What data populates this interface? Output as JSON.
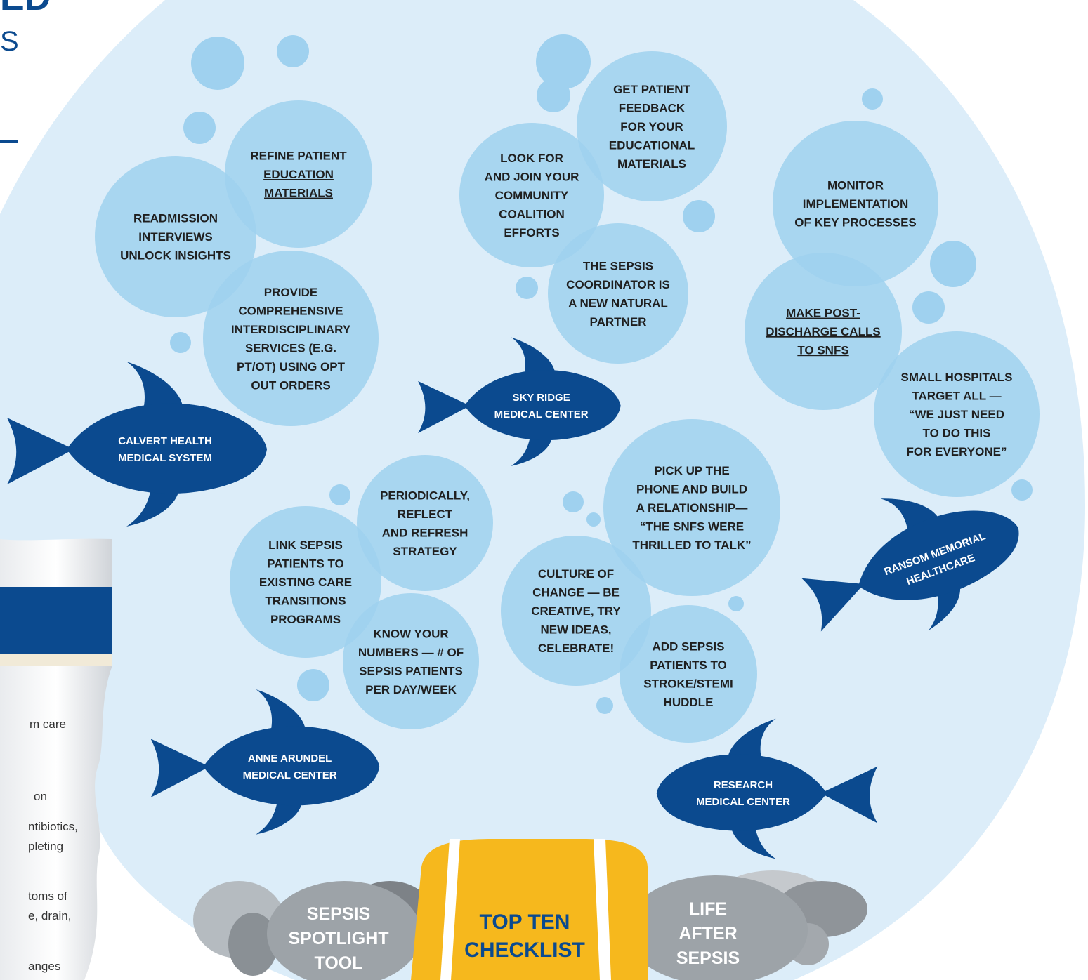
{
  "heading": {
    "line1": "ED",
    "line2": "S"
  },
  "colors": {
    "water": "#dcedf9",
    "bubble": "#9fd1ef",
    "fish": "#0b4a8f",
    "chest": "#f6b81d",
    "rock": "#9da3a8",
    "scroll_band": "#0b4a8f"
  },
  "side_text": [
    "m care",
    "on",
    "ntibiotics,",
    "pleting",
    "toms of",
    "e, drain,",
    "anges"
  ],
  "bubbles": [
    {
      "lines": [
        "REFINE PATIENT",
        "EDUCATION",
        "MATERIALS"
      ],
      "underline": [
        1,
        2
      ]
    },
    {
      "lines": [
        "READMISSION",
        "INTERVIEWS",
        "UNLOCK INSIGHTS"
      ]
    },
    {
      "lines": [
        "PROVIDE",
        "COMPREHENSIVE",
        "INTERDISCIPLINARY",
        "SERVICES (E.G.",
        "PT/OT) USING OPT",
        "OUT ORDERS"
      ]
    },
    {
      "lines": [
        "LOOK FOR",
        "AND JOIN YOUR",
        "COMMUNITY",
        "COALITION",
        "EFFORTS"
      ]
    },
    {
      "lines": [
        "GET PATIENT",
        "FEEDBACK",
        "FOR YOUR",
        "EDUCATIONAL",
        "MATERIALS"
      ]
    },
    {
      "lines": [
        "THE SEPSIS",
        "COORDINATOR IS",
        "A NEW NATURAL",
        "PARTNER"
      ]
    },
    {
      "lines": [
        "MONITOR",
        "IMPLEMENTATION",
        "OF KEY PROCESSES"
      ]
    },
    {
      "lines": [
        "MAKE POST-",
        "DISCHARGE CALLS",
        "TO SNFS"
      ],
      "underline": [
        0,
        1,
        2
      ]
    },
    {
      "lines": [
        "SMALL HOSPITALS",
        "TARGET ALL —",
        "“WE JUST NEED",
        "TO DO THIS",
        "FOR EVERYONE”"
      ]
    },
    {
      "lines": [
        "PERIODICALLY,",
        "REFLECT",
        "AND REFRESH",
        "STRATEGY"
      ]
    },
    {
      "lines": [
        "LINK SEPSIS",
        "PATIENTS TO",
        "EXISTING CARE",
        "TRANSITIONS",
        "PROGRAMS"
      ]
    },
    {
      "lines": [
        "KNOW YOUR",
        "NUMBERS — # OF",
        "SEPSIS PATIENTS",
        "PER DAY/WEEK"
      ]
    },
    {
      "lines": [
        "PICK UP THE",
        "PHONE AND BUILD",
        "A RELATIONSHIP—",
        "“THE SNFS WERE",
        "THRILLED TO TALK”"
      ]
    },
    {
      "lines": [
        "CULTURE OF",
        "CHANGE — BE",
        "CREATIVE, TRY",
        "NEW IDEAS,",
        "CELEBRATE!"
      ]
    },
    {
      "lines": [
        "ADD SEPSIS",
        "PATIENTS TO",
        "STROKE/STEMI",
        "HUDDLE"
      ]
    }
  ],
  "fish": [
    {
      "lines": [
        "CALVERT HEALTH",
        "MEDICAL SYSTEM"
      ]
    },
    {
      "lines": [
        "SKY RIDGE",
        "MEDICAL CENTER"
      ]
    },
    {
      "lines": [
        "RANSOM MEMORIAL",
        "HEALTHCARE"
      ]
    },
    {
      "lines": [
        "ANNE ARUNDEL",
        "MEDICAL CENTER"
      ]
    },
    {
      "lines": [
        "RESEARCH",
        "MEDICAL CENTER"
      ]
    }
  ],
  "chest": {
    "lines": [
      "TOP TEN",
      "CHECKLIST"
    ]
  },
  "rocks": [
    {
      "lines": [
        "SEPSIS",
        "SPOTLIGHT",
        "TOOL"
      ]
    },
    {
      "lines": [
        "LIFE",
        "AFTER",
        "SEPSIS"
      ]
    }
  ]
}
